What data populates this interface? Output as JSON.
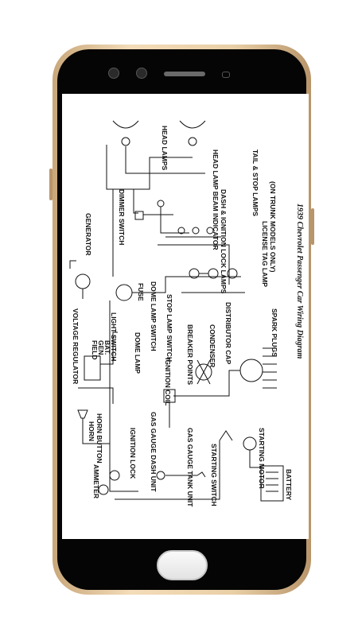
{
  "diagram": {
    "caption": "1939 Chevrolet Passenger Car Wiring Diagram",
    "labels": {
      "head_lamps": "HEAD LAMPS",
      "head_lamp_beam_indicator": "HEAD LAMP BEAM INDICATOR",
      "dash_ignition_lock_lamps": "DASH & IGNITION LOCK LAMPS",
      "tail_stop_lamps": "TAIL & STOP LAMPS",
      "license_tag_lamp": "LICENSE TAG LAMP",
      "trunk_note": "(ON TRUNK MODELS ONLY)",
      "dimmer_switch": "DIMMER SWITCH",
      "generator": "GENERATOR",
      "voltage_regulator": "VOLTAGE REGULATOR",
      "field": "FIELD",
      "gen": "GEN.",
      "bat": "BAT.",
      "light_switch": "LIGHT SWITCH",
      "fuse": "FUSE",
      "dome_lamp_switch": "DOME LAMP SWITCH",
      "stop_lamp_switch": "STOP LAMP SWITCH",
      "dome_lamp": "DOME LAMP",
      "breaker_points": "BREAKER POINTS",
      "condenser": "CONDENSER",
      "distributor_cap": "DISTRIBUTOR CAP",
      "spark_plugs": "SPARK PLUGS",
      "ignition_coil": "IGNITION COIL",
      "horn": "HORN",
      "horn_button": "HORN BUTTON",
      "ignition_lock": "IGNITION LOCK",
      "gas_gauge_dash_unit": "GAS GAUGE DASH UNIT",
      "gas_gauge_tank_unit": "GAS GAUGE TANK UNIT",
      "starting_switch": "STARTING SWITCH",
      "starting_motor": "STARTING MOTOR",
      "ammeter": "AMMETER",
      "battery": "BATTERY"
    }
  },
  "colors": {
    "frame_gold": "#e9cfa6",
    "bezel": "#050505",
    "ink": "#111111"
  }
}
